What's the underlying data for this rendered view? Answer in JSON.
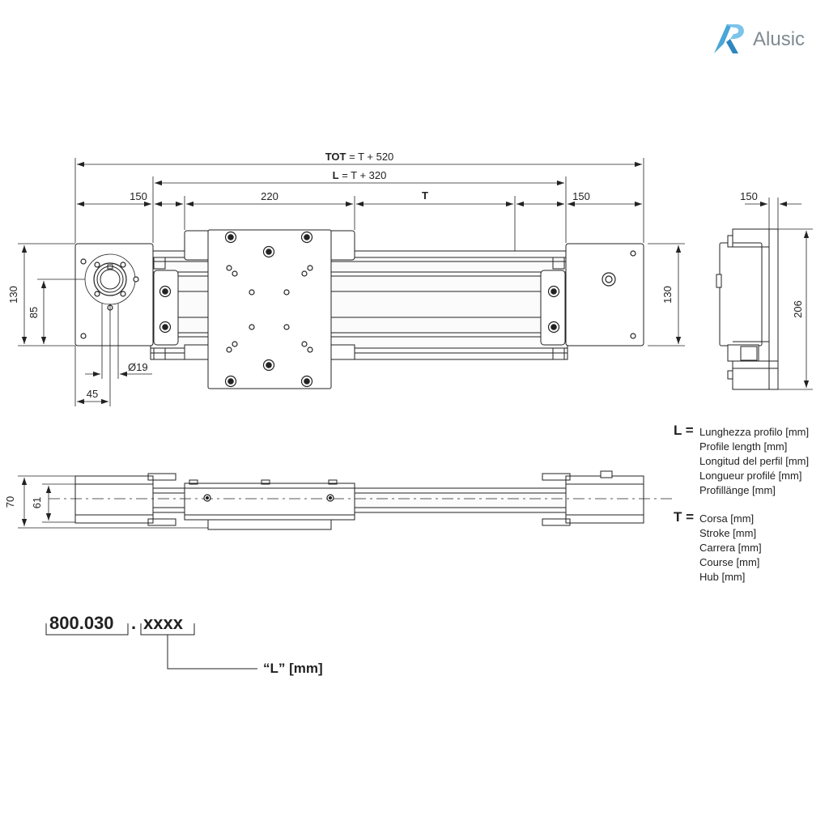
{
  "brand": {
    "name": "Alusic",
    "accent": "#4aa6d8",
    "text_color": "#7f8a92",
    "icon": "alusic-logo-icon"
  },
  "top_view": {
    "dims": {
      "tot_key": "TOT",
      "tot_expr": " = T + 520",
      "l_key": "L",
      "l_expr": " = T + 320",
      "left_end": "150",
      "carriage": "220",
      "stroke": "T",
      "right_end": "150",
      "height_left": "130",
      "shaft_height": "85",
      "shaft_diameter": "Ø19",
      "shaft_offset": "45",
      "height_right": "130"
    }
  },
  "side_view": {
    "dims": {
      "width": "150",
      "height": "206"
    }
  },
  "front_view": {
    "dims": {
      "overall_height": "70",
      "profile_height": "61"
    }
  },
  "legend": [
    {
      "key": "L =",
      "lines": [
        "Lunghezza profilo [mm]",
        "Profile length [mm]",
        "Longitud del perfil [mm]",
        "Longueur profilé [mm]",
        "Profillänge [mm]"
      ]
    },
    {
      "key": "T =",
      "lines": [
        "Corsa [mm]",
        "Stroke [mm]",
        "Carrera [mm]",
        "Course [mm]",
        "Hub [mm]"
      ]
    }
  ],
  "order_code": {
    "base": "800.030",
    "separator": ".",
    "variable": "xxxx",
    "variable_label": "“L” [mm]"
  }
}
